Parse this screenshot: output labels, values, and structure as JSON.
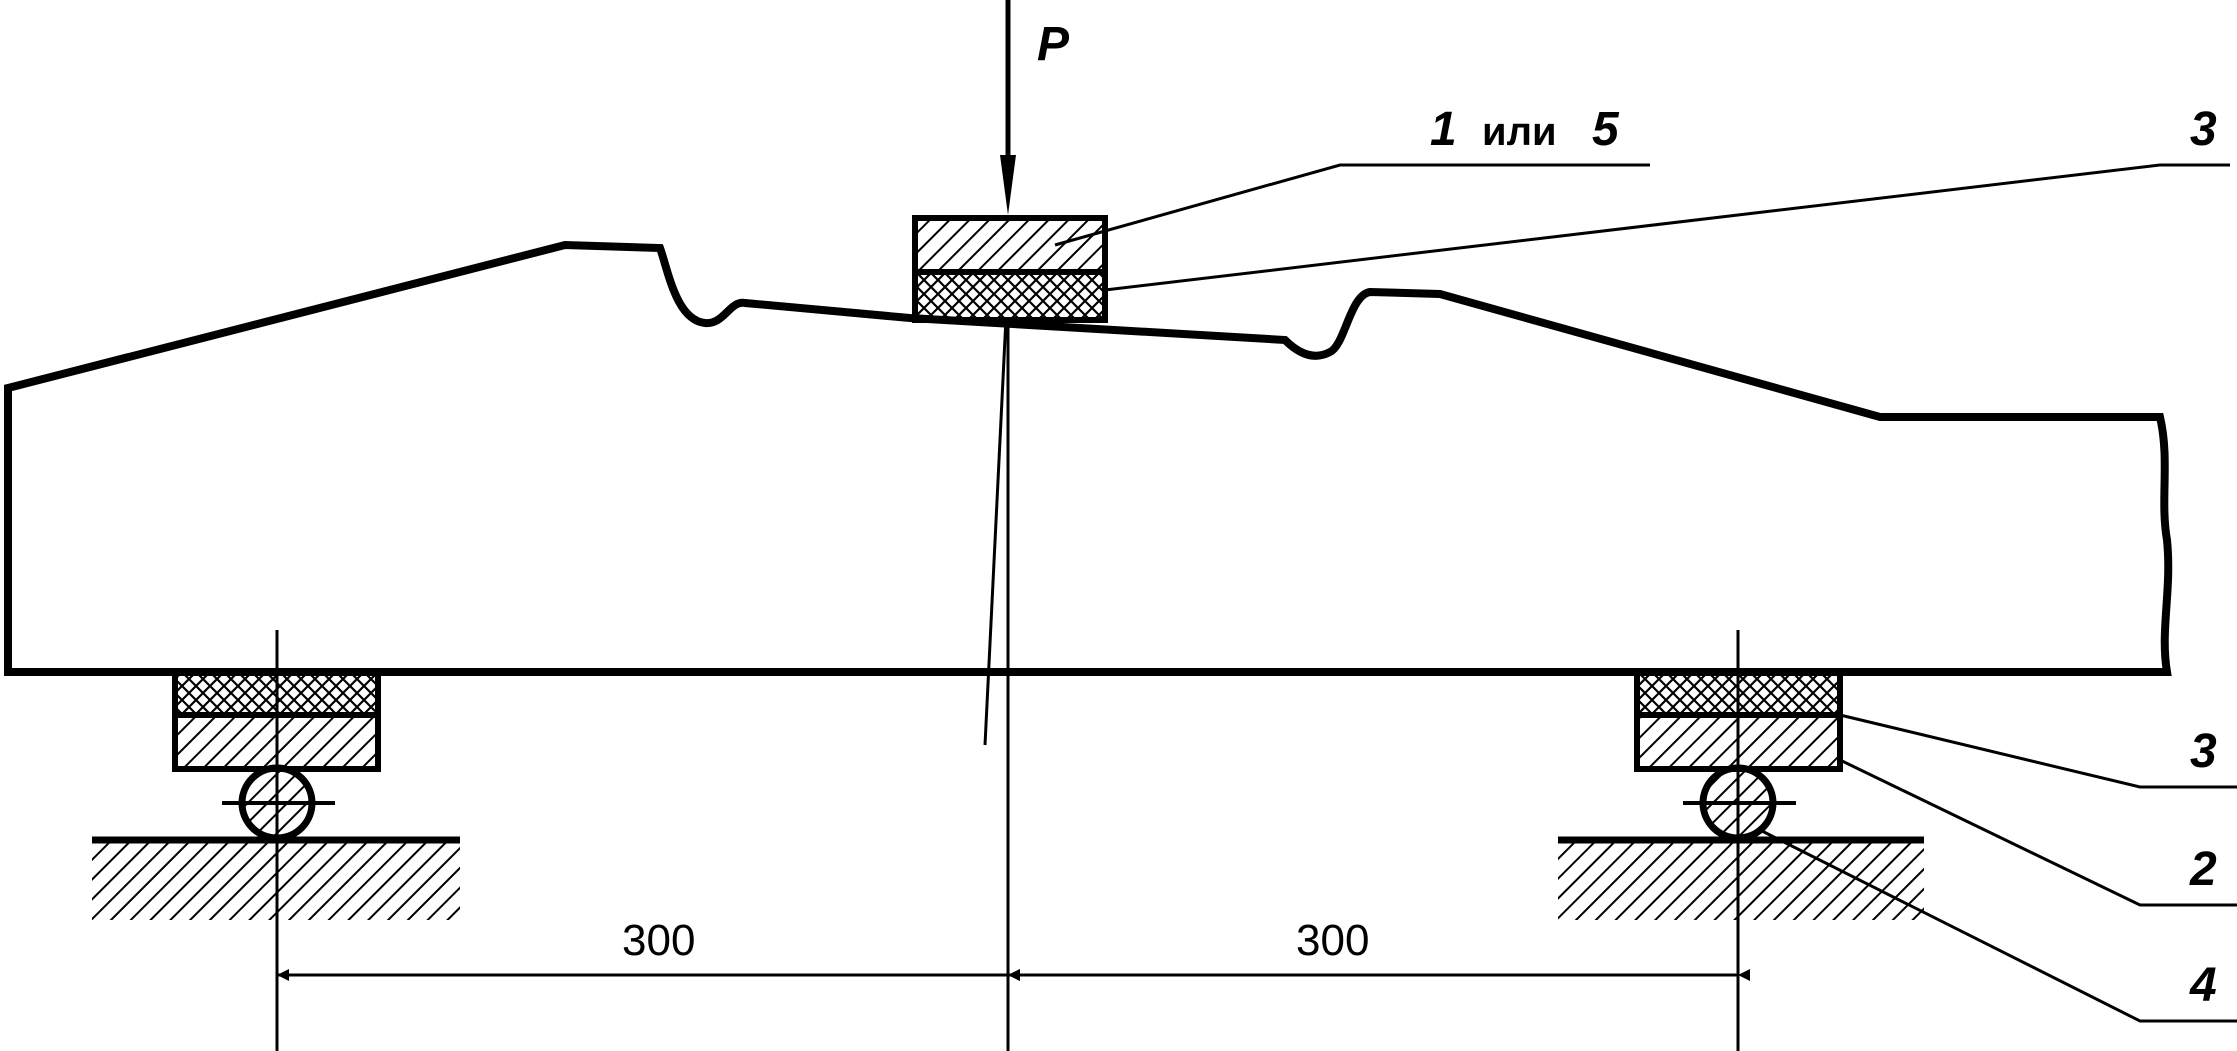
{
  "diagram": {
    "load_label": "P",
    "top_callout": {
      "number_a": "1",
      "connector": "или",
      "number_b": "5"
    },
    "callouts": {
      "pad_top": "3",
      "pad_right_upper": "3",
      "plate_right": "2",
      "roller_right": "4"
    },
    "dimensions": {
      "left_span": "300",
      "right_span": "300"
    }
  }
}
